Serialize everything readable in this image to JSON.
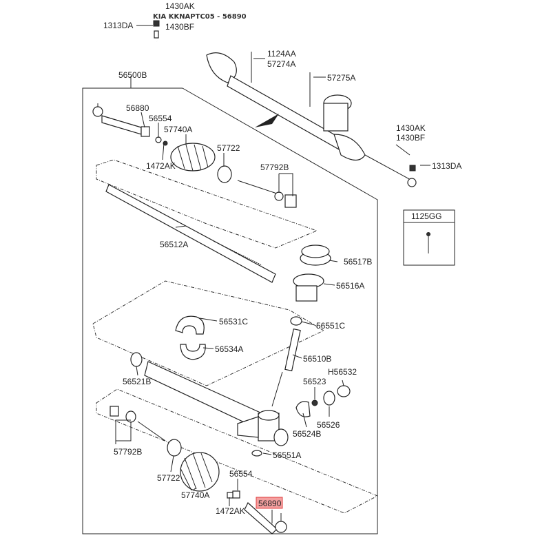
{
  "title": "KIA KKNAPTC05 - 56890",
  "highlight_color": "#f08080",
  "labels": {
    "top_1313DA": "1313DA",
    "top_1430AK": "1430AK",
    "top_1430BF": "1430BF",
    "l1124AA": "1124AA",
    "l57274A": "57274A",
    "l57275A": "57275A",
    "l56500B": "56500B",
    "l56880": "56880",
    "u56554": "56554",
    "u57740A": "57740A",
    "u57722": "57722",
    "u1472AK": "1472AK",
    "u57792B": "57792B",
    "r1430AK": "1430AK",
    "r1430BF": "1430BF",
    "r1313DA": "1313DA",
    "l1125GG": "1125GG",
    "l56512A": "56512A",
    "l56517B": "56517B",
    "l56516A": "56516A",
    "l56531C": "56531C",
    "l56551C": "56551C",
    "l56534A": "56534A",
    "l56510B": "56510B",
    "l56521B": "56521B",
    "l56523": "56523",
    "lH56532": "H56532",
    "l56526": "56526",
    "l56524B": "56524B",
    "l56551A": "56551A",
    "b57792B": "57792B",
    "b57722": "57722",
    "b56554": "56554",
    "b57740A": "57740A",
    "b1472AK": "1472AK",
    "l56890": "56890"
  }
}
